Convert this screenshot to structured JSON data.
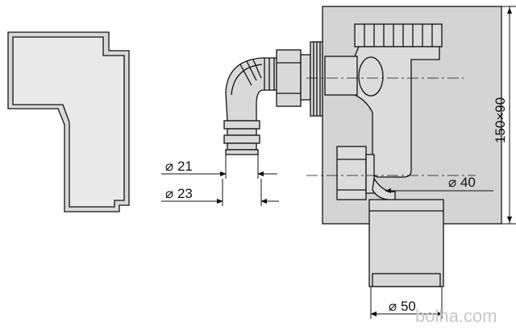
{
  "dimensions": {
    "d21": "⌀ 21",
    "d23": "⌀ 23",
    "d40": "⌀ 40",
    "d50": "⌀ 50",
    "box": "150×90"
  },
  "watermark": "bolha.com",
  "colors": {
    "line": "#111111",
    "fill": "#d9d9d9",
    "plate": "#d4d4d4",
    "watermark": "#c8c8c8"
  }
}
